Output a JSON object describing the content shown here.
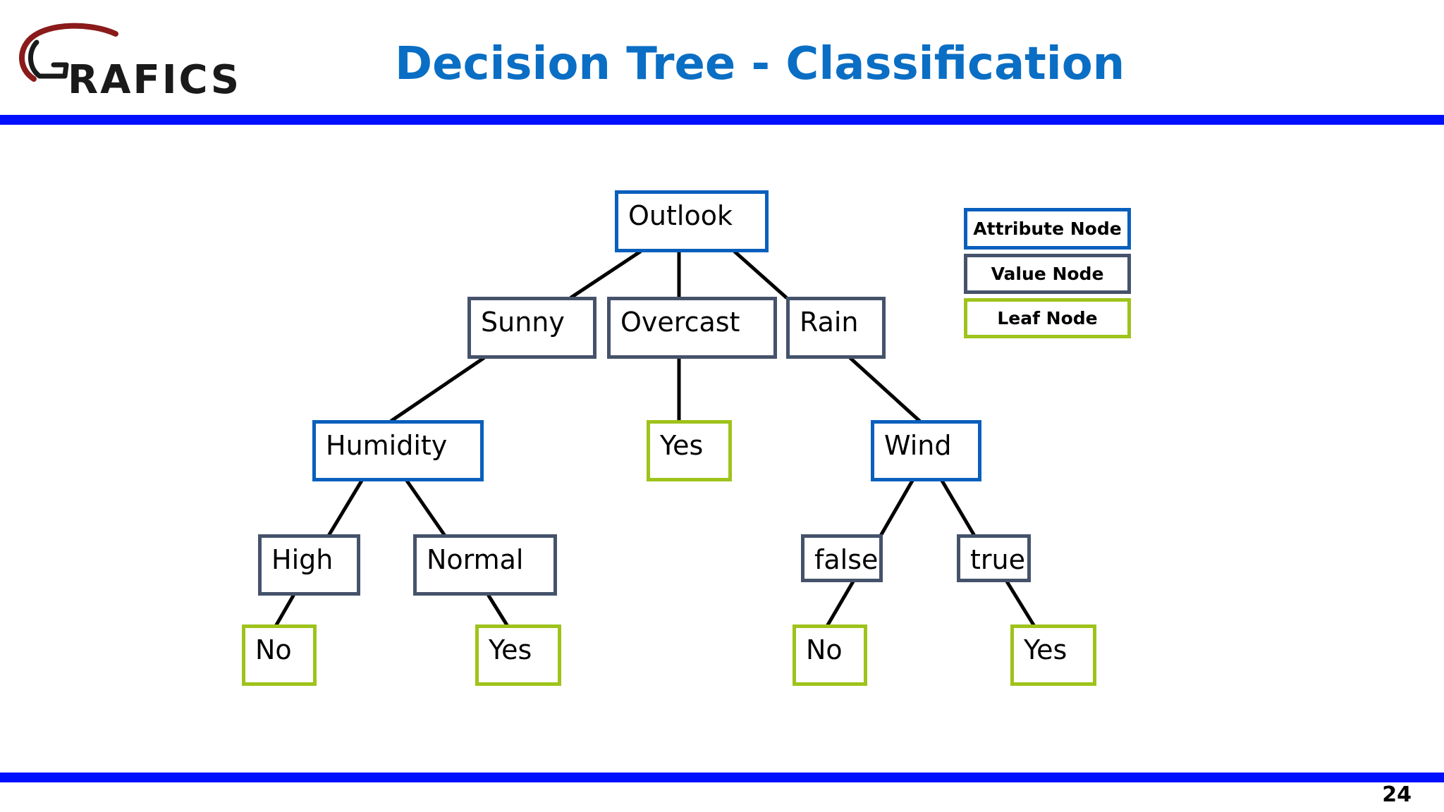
{
  "title": "Decision Tree - Classification",
  "logo_text": "GRAFICS",
  "page_number": "24",
  "colors": {
    "title": "#0a6ec4",
    "rule": "#0010ff",
    "attribute_border": "#0a5fbd",
    "value_border": "#45526a",
    "leaf_border": "#9ec31a",
    "logo_arc": "#8b1a1a"
  },
  "legend": {
    "attribute": "Attribute Node",
    "value": "Value Node",
    "leaf": "Leaf Node"
  },
  "tree": {
    "outlook": "Outlook",
    "sunny": "Sunny",
    "overcast": "Overcast",
    "rain": "Rain",
    "humidity": "Humidity",
    "overcast_yes": "Yes",
    "wind": "Wind",
    "high": "High",
    "normal": "Normal",
    "false": "false",
    "true": "true",
    "high_no": "No",
    "normal_yes": "Yes",
    "false_no": "No",
    "true_yes": "Yes"
  }
}
